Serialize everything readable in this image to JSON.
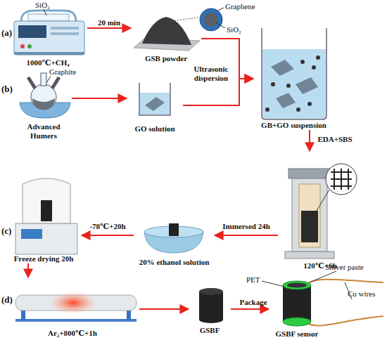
{
  "diagram": {
    "nodes": [
      {
        "text": [
          "1000℃+CH₄"
        ]
      },
      {
        "text": [
          "GSB powder"
        ]
      },
      {
        "text": [
          "Advanced Humers"
        ]
      },
      {
        "text": [
          "GO solution"
        ]
      },
      {
        "text": [
          "GB+GO suspension"
        ]
      },
      {
        "text": [
          "120℃+6h"
        ]
      },
      {
        "text": [
          "20% ethanol solution"
        ]
      },
      {
        "text": [
          "Freeze drying 20h"
        ]
      },
      {
        "text": [
          "Ar₂+800℃+1h"
        ]
      },
      {
        "text": [
          "GSBF"
        ]
      },
      {
        "text": [
          "GSBF sensor"
        ]
      }
    ],
    "edges": [
      {
        "from": 0,
        "to": 1,
        "label": "20 min",
        "arrow": "to"
      },
      {
        "from": 1,
        "to": 4,
        "label": "Ultrasonic dispersion",
        "arrow": "to"
      },
      {
        "from": 2,
        "to": 3,
        "arrow": "to"
      },
      {
        "from": 3,
        "to": 4,
        "arrow": "to"
      },
      {
        "from": 4,
        "to": 5,
        "label": "EDA+SBS",
        "arrow": "to"
      },
      {
        "from": 5,
        "to": 6,
        "label": "Immersed 24h",
        "arrow": "to"
      },
      {
        "from": 6,
        "to": 7,
        "label": "-78℃+20h",
        "arrow": "to"
      },
      {
        "from": 7,
        "to": 8,
        "arrow": "to"
      },
      {
        "from": 8,
        "to": 9,
        "arrow": "to"
      },
      {
        "from": 9,
        "to": 10,
        "label": "Package",
        "arrow": "to"
      }
    ],
    "labels": [
      "(a)",
      "SiO₂",
      "Graphene",
      "SiO₂",
      "(b)",
      "Graphite",
      "(c)",
      "(d)",
      "PET",
      "Siliver paste",
      "Cu wires"
    ]
  }
}
